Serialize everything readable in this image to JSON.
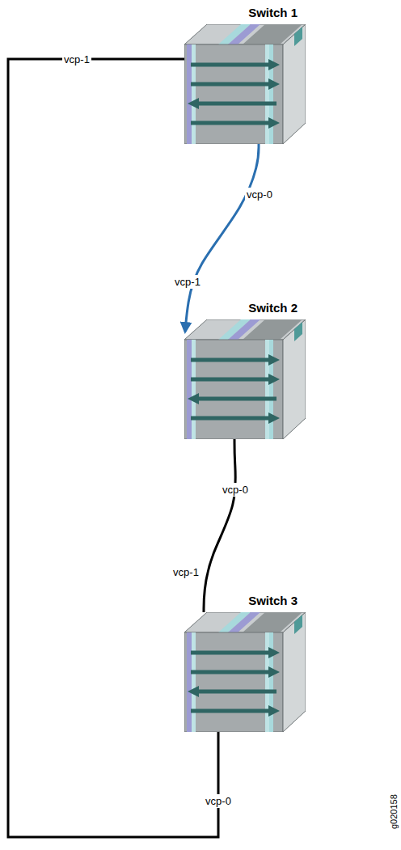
{
  "diagram": {
    "nodes": [
      {
        "text": [
          "Switch 1"
        ]
      },
      {
        "text": [
          "Switch 2"
        ]
      },
      {
        "text": [
          "Switch 3"
        ]
      }
    ],
    "edges": [
      {
        "from": 0,
        "to": 1,
        "arrow": "to"
      },
      {
        "from": 1,
        "to": 2,
        "arrow": "none"
      },
      {
        "from": 2,
        "to": 0,
        "arrow": "none"
      }
    ],
    "labels": [
      "vcp-1",
      "vcp-0",
      "vcp-1",
      "vcp-0",
      "vcp-1",
      "vcp-0",
      "g020158"
    ]
  }
}
